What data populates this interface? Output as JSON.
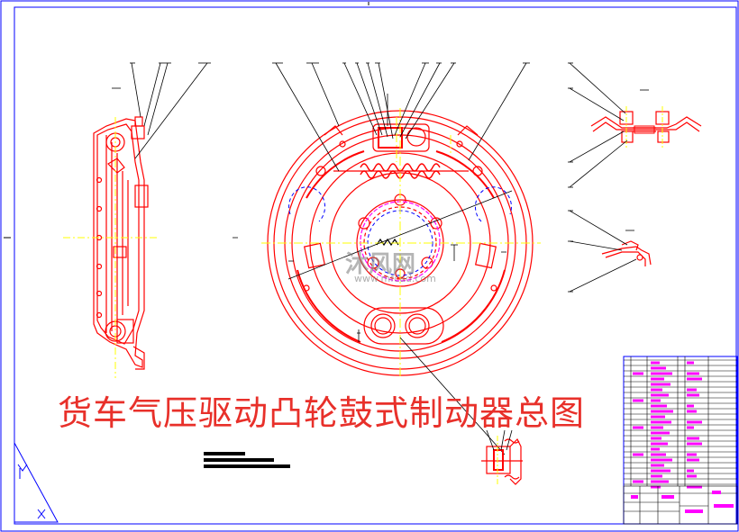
{
  "drawing": {
    "title": "货车气压驱动凸轮鼓式制动器总图"
  },
  "watermark": {
    "text": "沐风网",
    "url": "www.mfcad.com"
  },
  "colors": {
    "part_lines": "#ff0000",
    "center_lines": "#ffff00",
    "hidden_lines": "#0000ff",
    "dimension_lines": "#000000",
    "table_fill": "#ff00ff",
    "frame": "#0000ff"
  },
  "icons": [
    "ucs-axis-icon"
  ]
}
